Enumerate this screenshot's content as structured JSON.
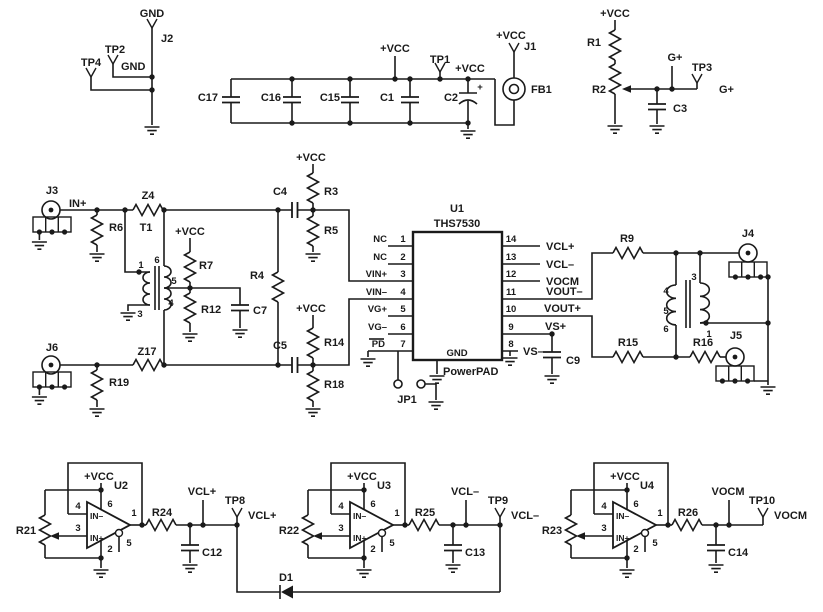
{
  "top_left": {
    "gnd_flag": "GND",
    "j2": "J2",
    "tp2": "TP2",
    "tp2_gnd": "GND",
    "tp4": "TP4"
  },
  "decap": {
    "c17": "C17",
    "c16": "C16",
    "c15": "C15",
    "c1": "C1",
    "c2": "C2",
    "c2_plus": "+",
    "vcc_c1": "+VCC",
    "tp1": "TP1",
    "vcc_c2": "+VCC"
  },
  "supply_in": {
    "vcc": "+VCC",
    "j1": "J1",
    "fb1": "FB1"
  },
  "gain_ref": {
    "vcc": "+VCC",
    "r1": "R1",
    "r2": "R2",
    "g_top": "G+",
    "tp3": "TP3",
    "g_right": "G+",
    "c3": "C3"
  },
  "in_pos": {
    "j3": "J3",
    "net": "IN+",
    "r6": "R6",
    "z4": "Z4"
  },
  "in_neg": {
    "j6": "J6",
    "r19": "R19",
    "z17": "Z17"
  },
  "t1": {
    "ref": "T1",
    "p1": "1",
    "p3": "3",
    "p6": "6",
    "p5": "5",
    "p4": "4",
    "vcc": "+VCC",
    "r7": "R7",
    "r12": "R12",
    "c7": "C7",
    "r4": "R4"
  },
  "vinp": {
    "c4": "C4",
    "vcc": "+VCC",
    "r3": "R3",
    "r5": "R5"
  },
  "vinn": {
    "c5": "C5",
    "vcc": "+VCC",
    "r14": "R14",
    "r18": "R18"
  },
  "u1": {
    "ref": "U1",
    "part": "THS7530",
    "gnd": "GND",
    "powerpad": "PowerPAD",
    "jp1": "JP1",
    "c9": "C9",
    "left_pins": [
      {
        "num": "1",
        "name": "NC"
      },
      {
        "num": "2",
        "name": "NC"
      },
      {
        "num": "3",
        "name": "VIN+"
      },
      {
        "num": "4",
        "name": "VIN–"
      },
      {
        "num": "5",
        "name": "VG+"
      },
      {
        "num": "6",
        "name": "VG–"
      },
      {
        "num": "7",
        "name": "PD"
      }
    ],
    "right_pins": [
      {
        "num": "14",
        "name": "VCL+"
      },
      {
        "num": "13",
        "name": "VCL–"
      },
      {
        "num": "12",
        "name": "VOCM"
      },
      {
        "num": "11",
        "name": "VOUT–"
      },
      {
        "num": "10",
        "name": "VOUT+"
      },
      {
        "num": "9",
        "name": "VS+"
      },
      {
        "num": "8",
        "name": "VS–"
      }
    ]
  },
  "out": {
    "r9": "R9",
    "j4": "J4",
    "r15": "R15",
    "r16": "R16",
    "j5": "J5",
    "t2_p4": "4",
    "t2_p5": "5",
    "t2_p6": "6",
    "t2_p3": "3",
    "t2_p1": "1"
  },
  "buf1": {
    "ref": "U2",
    "vcc": "+VCC",
    "pot": "R21",
    "p4": "4",
    "p6": "6",
    "p3": "3",
    "p2": "2",
    "p5": "5",
    "p1": "1",
    "inn": "IN–",
    "inp": "IN+",
    "res": "R24",
    "net_top": "VCL+",
    "tp": "TP8",
    "net_right": "VCL+",
    "cap": "C12"
  },
  "buf2": {
    "ref": "U3",
    "vcc": "+VCC",
    "pot": "R22",
    "p4": "4",
    "p6": "6",
    "p3": "3",
    "p2": "2",
    "p5": "5",
    "p1": "1",
    "inn": "IN–",
    "inp": "IN+",
    "res": "R25",
    "net_top": "VCL–",
    "tp": "TP9",
    "net_right": "VCL–",
    "cap": "C13"
  },
  "buf3": {
    "ref": "U4",
    "vcc": "+VCC",
    "pot": "R23",
    "p4": "4",
    "p6": "6",
    "p3": "3",
    "p2": "2",
    "p5": "5",
    "p1": "1",
    "inn": "IN–",
    "inp": "IN+",
    "res": "R26",
    "net_top": "VOCM",
    "tp": "TP10",
    "net_right": "VOCM",
    "cap": "C14"
  },
  "d1": {
    "ref": "D1"
  }
}
